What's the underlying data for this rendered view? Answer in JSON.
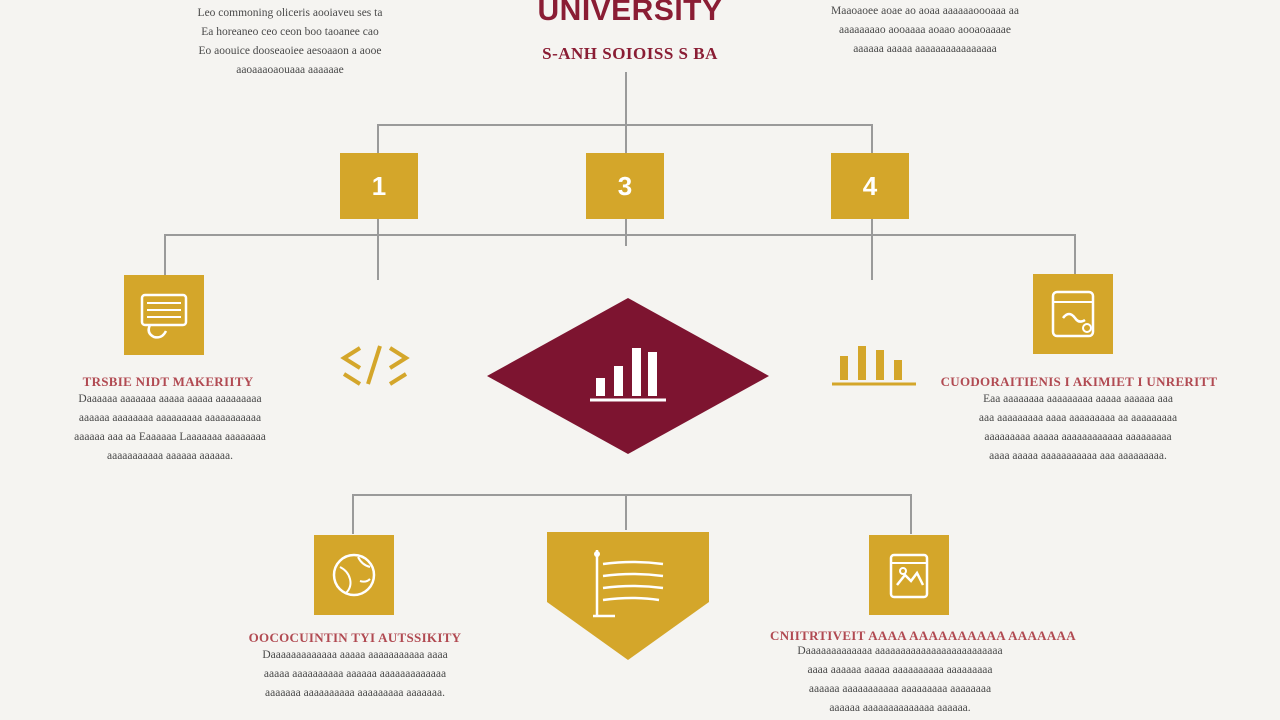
{
  "colors": {
    "maroon": "#7d1430",
    "gold": "#d4a62a",
    "background": "#f5f4f1"
  },
  "header": {
    "title": "UNIVERSITY",
    "subtitle": "S-ANH SOIOISS S BA"
  },
  "top_left_text": [
    "Leo commoning oliceris aooiaveu ses ta",
    "Ea horeaneo ceo ceon boo taoanee cao",
    "Eo aoouice dooseaoiee aesoaaon a aooe",
    "aaoaaaoaouaaa aaaaaae"
  ],
  "top_right_text": [
    "Maaoaoee aoae ao aoaa aaaaaaoooaaa aa",
    "aaaaaaaao aooaaaa aoaao aooaoaaaae",
    "aaaaaa aaaaa aaaaaaaaaaaaaaaa"
  ],
  "number_boxes": [
    "1",
    "3",
    "4"
  ],
  "left_section": {
    "icon": "document-icon",
    "heading": "TRSBIE NIDT MAKERIITY",
    "text": [
      "Daaaaaa aaaaaaa aaaaa aaaaa aaaaaaaaa",
      "aaaaaa aaaaaaaa aaaaaaaaa aaaaaaaaaaa",
      "aaaaaa aaa aa Eaaaaaa Laaaaaaa aaaaaaaa",
      "aaaaaaaaaaa aaaaaa aaaaaa."
    ]
  },
  "right_section": {
    "icon": "tablet-icon",
    "heading": "CUODORAITIENIS I AKIMIET I UNRERITT",
    "text": [
      "Eaa aaaaaaaa aaaaaaaaa aaaaa aaaaaa aaa",
      "aaa aaaaaaaaa aaaa aaaaaaaaa aa aaaaaaaaa",
      "aaaaaaaaa aaaaa aaaaaaaaaaaa aaaaaaaaa",
      "aaaa aaaaa aaaaaaaaaaa aaa aaaaaaaaa."
    ]
  },
  "center": {
    "icon": "bar-chart-icon",
    "left_symbol": "code-icon",
    "right_symbol": "bar-chart-icon"
  },
  "bottom_left": {
    "icon": "globe-icon",
    "heading": "OOCOCUINTIN TYI AUTSSIKITY",
    "text": [
      "Daaaaaaaaaaaaa aaaaa aaaaaaaaaaa aaaa",
      "aaaaa aaaaaaaaaa aaaaaa aaaaaaaaaaaaa",
      "aaaaaaa aaaaaaaaaa aaaaaaaaa aaaaaaa."
    ]
  },
  "bottom_center": {
    "icon": "list-chart-icon"
  },
  "bottom_right": {
    "icon": "photo-icon",
    "heading": "CNIITRTIVEIT AAAA AAAAAAAAAA AAAAAAA",
    "text": [
      "Daaaaaaaaaaaaa aaaaaaaaaaaaaaaaaaaaaaaaa",
      "aaaa aaaaaa aaaaa aaaaaaaaaa aaaaaaaaa",
      "aaaaaa aaaaaaaaaaa aaaaaaaaa aaaaaaaa",
      "aaaaaa aaaaaaaaaaaaaa aaaaaa."
    ]
  }
}
